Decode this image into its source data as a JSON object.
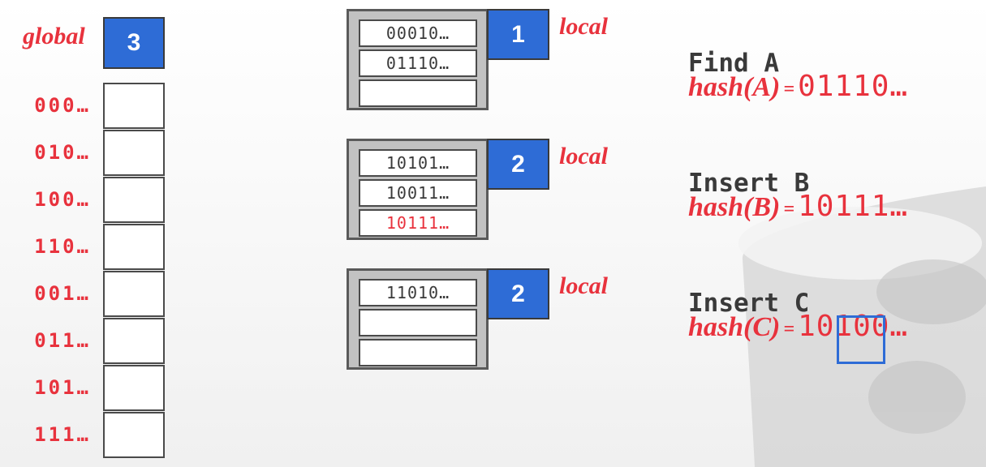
{
  "global": {
    "label": "global",
    "depth": "3"
  },
  "directory": [
    {
      "label": "000…"
    },
    {
      "label": "010…"
    },
    {
      "label": "100…"
    },
    {
      "label": "110…"
    },
    {
      "label": "001…"
    },
    {
      "label": "011…"
    },
    {
      "label": "101…"
    },
    {
      "label": "111…"
    }
  ],
  "buckets": [
    {
      "depth": "1",
      "label": "local",
      "slots": [
        "00010…",
        "01110…",
        ""
      ]
    },
    {
      "depth": "2",
      "label": "local",
      "slots": [
        "10101…",
        "10011…",
        "10111…"
      ]
    },
    {
      "depth": "2",
      "label": "local",
      "slots": [
        "11010…",
        "",
        ""
      ]
    }
  ],
  "operations": [
    {
      "title": "Find A",
      "hash_fn": "hash(A)",
      "eq": "=",
      "value": "01110…"
    },
    {
      "title": "Insert B",
      "hash_fn": "hash(B)",
      "eq": "=",
      "value": "10111…"
    },
    {
      "title": "Insert C",
      "hash_fn": "hash(C)",
      "eq": "=",
      "value": "10100…"
    }
  ]
}
